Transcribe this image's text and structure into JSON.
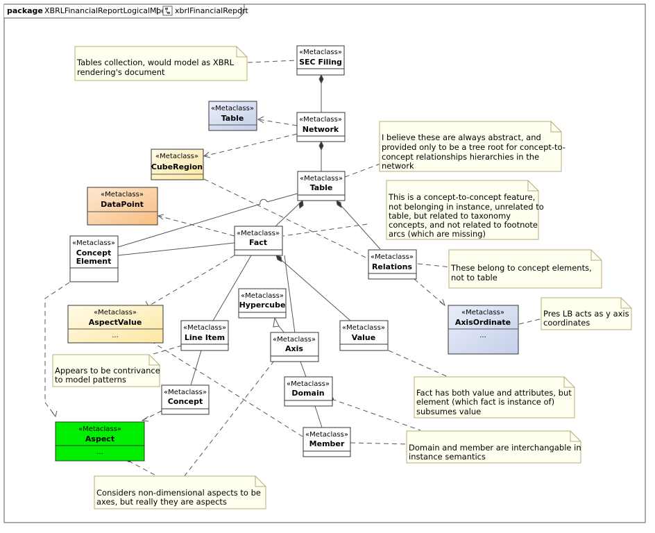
{
  "package": {
    "keyword": "package",
    "name": "XBRLFinancialReportLogicalModel",
    "bracket_open": "[",
    "diagram_name": "xbrlFinancialReport",
    "bracket_close": "]"
  },
  "stereotype": "«Metaclass»",
  "classes": {
    "sec_filing": {
      "name": "SEC Filing"
    },
    "table_blue": {
      "name": "Table"
    },
    "network": {
      "name": "Network"
    },
    "cube_region": {
      "name": "CubeRegion"
    },
    "table": {
      "name": "Table"
    },
    "datapoint": {
      "name": "DataPoint"
    },
    "concept_element": {
      "name": "Concept",
      "name2": "Element"
    },
    "fact": {
      "name": "Fact"
    },
    "relations": {
      "name": "Relations"
    },
    "hypercube": {
      "name": "Hypercube"
    },
    "aspect_value": {
      "name": "AspectValue",
      "body": "..."
    },
    "line_item": {
      "name": "Line Item"
    },
    "value": {
      "name": "Value"
    },
    "axis": {
      "name": "Axis"
    },
    "axis_ordinate": {
      "name": "AxisOrdinate",
      "body": "..."
    },
    "concept": {
      "name": "Concept"
    },
    "domain": {
      "name": "Domain"
    },
    "aspect": {
      "name": "Aspect",
      "body": "..."
    },
    "member": {
      "name": "Member"
    }
  },
  "notes": {
    "tables_collection": [
      "Tables collection, would model as XBRL",
      "rendering's document"
    ],
    "abstract": [
      "I believe these are always abstract, and",
      "provided only to be a tree root for concept-to-",
      "concept relationships hierarchies in the",
      "network"
    ],
    "concept_feature": [
      "This is a concept-to-concept feature,",
      "not belonging in instance, unrelated to",
      "table, but related to taxonomy",
      "concepts, and not related to footnote",
      "arcs (which are missing)"
    ],
    "belong": [
      "These belong to concept elements,",
      "not to table"
    ],
    "pres_lb": [
      "Pres LB acts as y axis",
      "coordinates"
    ],
    "contrivance": [
      "Appears to be contrivance",
      "to model patterns"
    ],
    "fact_value": [
      "Fact has both value and attributes, but",
      "element (which fact is instance of)",
      "subsumes value"
    ],
    "interchangeable": [
      "Domain and member are interchangable in",
      "instance semantics"
    ],
    "non_dimensional": [
      "Considers non-dimensional aspects to be",
      "axes, but really they are aspects"
    ]
  },
  "colors": {
    "white": "#ffffff",
    "blue_top": "#dfe6f7",
    "blue_bottom": "#c8d2ec",
    "yellow_top": "#fff6d8",
    "yellow_bottom": "#fde8a8",
    "orange_top": "#fde2c4",
    "orange_bottom": "#f8c48a",
    "aspect_green": "#00ee00",
    "note_fill": "#fffff0",
    "note_border": "#b8a878",
    "line": "#555555",
    "text": "#000000"
  }
}
